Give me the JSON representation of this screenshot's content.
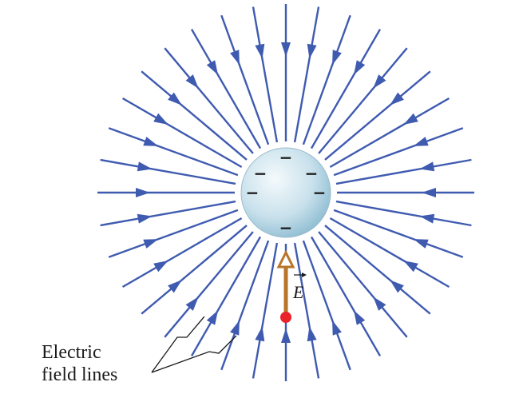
{
  "diagram": {
    "charge": {
      "sign_symbol": "−",
      "sign_count": 6
    },
    "field_lines": {
      "count": 36,
      "direction": "inward"
    },
    "field_vector": {
      "symbol": "E",
      "has_arrow_accent": true
    },
    "callout": {
      "line1": "Electric",
      "line2": "field lines"
    },
    "colors": {
      "field_line": "#3f5bb0",
      "sphere_light": "#e8f3f8",
      "sphere_dark": "#9ec6d8",
      "vector": "#b8742a",
      "test_point": "#e8232a",
      "text": "#1a1a1a"
    }
  }
}
